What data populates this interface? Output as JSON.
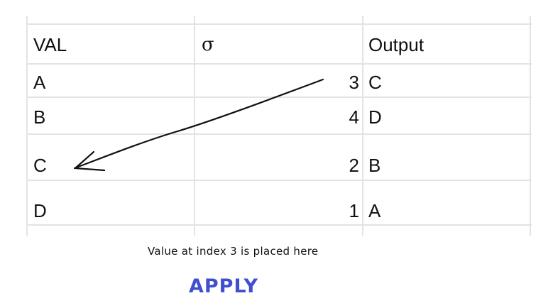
{
  "table": {
    "headers": [
      "VAL",
      "σ",
      "",
      "Output"
    ],
    "rows": [
      {
        "val": "A",
        "sigma": "3",
        "output": "C"
      },
      {
        "val": "B",
        "sigma": "4",
        "output": "D"
      },
      {
        "val": "C",
        "sigma": "2",
        "output": "B"
      },
      {
        "val": "D",
        "sigma": "1",
        "output": "A"
      }
    ]
  },
  "annotation": {
    "caption": "Value at index 3 is placed here",
    "arrow_icon": "hand-drawn-arrow-icon"
  },
  "actions": {
    "apply_label": "APPLY",
    "apply_color": "#3f4fcf"
  },
  "colors": {
    "gridline": "#e3e3e3",
    "text": "#111111"
  }
}
